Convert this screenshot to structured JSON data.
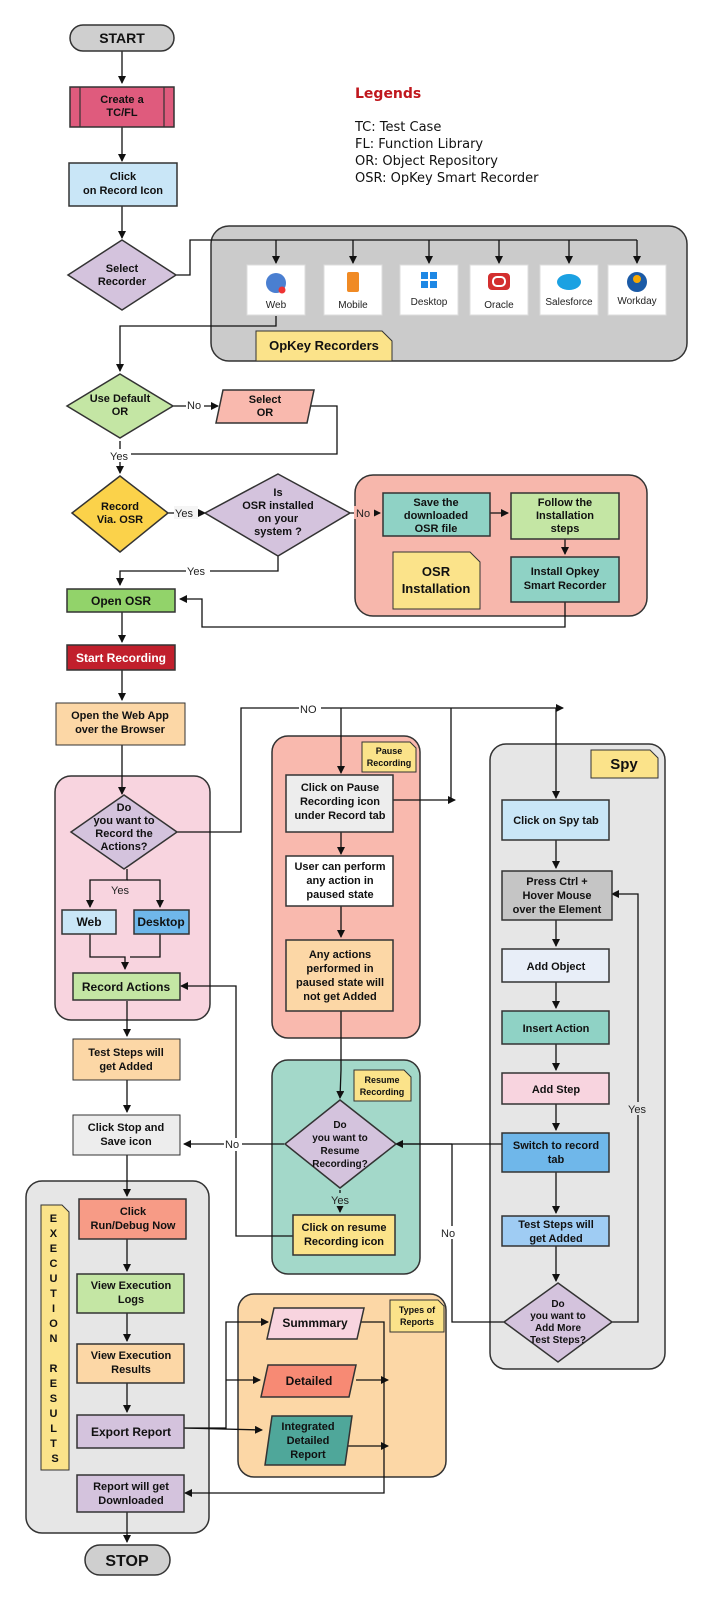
{
  "legend": {
    "title": "Legends",
    "lines": [
      "TC: Test Case",
      "FL: Function Library",
      "OR: Object Repository",
      "OSR: OpKey Smart Recorder"
    ]
  },
  "nodes": {
    "start": "START",
    "create_tc": [
      "Create a",
      "TC/FL"
    ],
    "click_record": [
      "Click",
      "on Record Icon"
    ],
    "select_recorder": [
      "Select",
      "Recorder"
    ],
    "recorders": [
      "Web",
      "Mobile",
      "Desktop",
      "Oracle",
      "Salesforce",
      "Workday"
    ],
    "recorders_note": "OpKey  Recorders",
    "use_default_or": [
      "Use Default",
      "OR"
    ],
    "select_or": [
      "Select",
      "OR"
    ],
    "record_via_osr": [
      "Record",
      "Via. OSR"
    ],
    "osr_installed": [
      "Is",
      "OSR installed",
      "on your",
      "system ?"
    ],
    "save_osr": [
      "Save the",
      "downloaded",
      "OSR file"
    ],
    "follow_steps": [
      "Follow the",
      "Installation",
      "steps"
    ],
    "install_osr": [
      "Install Opkey",
      "Smart Recorder"
    ],
    "osr_note": [
      "OSR",
      "Installation"
    ],
    "open_osr": "Open OSR",
    "start_recording": "Start Recording",
    "open_web_app": [
      "Open the Web App",
      "over the Browser"
    ],
    "want_record": [
      "Do",
      "you want to",
      "Record the",
      "Actions?"
    ],
    "web": "Web",
    "desktop": "Desktop",
    "record_actions": "Record Actions",
    "steps_added": [
      "Test Steps will",
      "get Added"
    ],
    "click_stop": [
      "Click Stop and",
      "Save icon"
    ],
    "exec_results_vertical": [
      "E",
      "X",
      "E",
      "C",
      "U",
      "T",
      "I",
      "O",
      "N",
      "",
      "R",
      "E",
      "S",
      "U",
      "L",
      "T",
      "S"
    ],
    "run_debug": [
      "Click",
      "Run/Debug Now"
    ],
    "view_logs": [
      "View Execution",
      "Logs"
    ],
    "view_results": [
      "View Execution",
      "Results"
    ],
    "export_report": "Export Report",
    "report_downloaded": [
      "Report will get",
      "Downloaded"
    ],
    "stop": "STOP",
    "pause_note": [
      "Pause",
      "Recording"
    ],
    "click_pause": [
      "Click on Pause",
      "Recording icon",
      "under Record tab"
    ],
    "user_perform": [
      "User can perform",
      "any action in",
      "paused state"
    ],
    "actions_not_added": [
      "Any actions",
      "performed in",
      "paused state will",
      "not get Added"
    ],
    "resume_note": [
      "Resume",
      "Recording"
    ],
    "want_resume": [
      "Do",
      "you want to",
      "Resume",
      "Recording?"
    ],
    "click_resume": [
      "Click on resume",
      "Recording icon"
    ],
    "reports_note": [
      "Types of",
      "Reports"
    ],
    "summary": "Summmary",
    "detailed": "Detailed",
    "integrated": [
      "Integrated",
      "Detailed",
      "Report"
    ],
    "spy_note": "Spy",
    "click_spy": "Click on Spy tab",
    "press_ctrl": [
      "Press Ctrl +",
      "Hover Mouse",
      "over the Element"
    ],
    "add_object": "Add Object",
    "insert_action": "Insert Action",
    "add_step": "Add Step",
    "switch_record": [
      "Switch to record",
      "tab"
    ],
    "spy_steps_added": [
      "Test Steps will",
      "get Added"
    ],
    "add_more": [
      "Do",
      "you want to",
      "Add More",
      "Test Steps?"
    ]
  },
  "edge_labels": {
    "no": "No",
    "yes": "Yes",
    "no_caps": "NO"
  }
}
